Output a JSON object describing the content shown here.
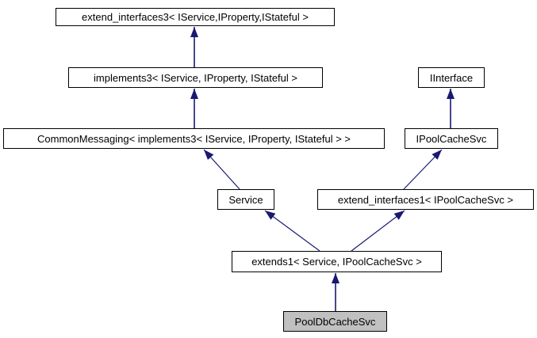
{
  "diagram": {
    "kind": "class-inheritance-graph",
    "nodes": [
      {
        "id": "extend_interfaces3",
        "label": "extend_interfaces3< IService,IProperty,IStateful >",
        "highlighted": false
      },
      {
        "id": "implements3",
        "label": "implements3< IService, IProperty, IStateful >",
        "highlighted": false
      },
      {
        "id": "IInterface",
        "label": "IInterface",
        "highlighted": false
      },
      {
        "id": "CommonMessaging",
        "label": "CommonMessaging< implements3< IService, IProperty, IStateful > >",
        "highlighted": false
      },
      {
        "id": "IPoolCacheSvc",
        "label": "IPoolCacheSvc",
        "highlighted": false
      },
      {
        "id": "Service",
        "label": "Service",
        "highlighted": false
      },
      {
        "id": "extend_interfaces1",
        "label": "extend_interfaces1< IPoolCacheSvc >",
        "highlighted": false
      },
      {
        "id": "extends1",
        "label": "extends1< Service, IPoolCacheSvc >",
        "highlighted": false
      },
      {
        "id": "PoolDbCacheSvc",
        "label": "PoolDbCacheSvc",
        "highlighted": true
      }
    ],
    "edges": [
      {
        "from": "implements3",
        "to": "extend_interfaces3",
        "type": "public-inheritance"
      },
      {
        "from": "CommonMessaging",
        "to": "implements3",
        "type": "public-inheritance"
      },
      {
        "from": "IPoolCacheSvc",
        "to": "IInterface",
        "type": "public-inheritance"
      },
      {
        "from": "Service",
        "to": "CommonMessaging",
        "type": "public-inheritance"
      },
      {
        "from": "extend_interfaces1",
        "to": "IPoolCacheSvc",
        "type": "public-inheritance"
      },
      {
        "from": "extends1",
        "to": "Service",
        "type": "public-inheritance"
      },
      {
        "from": "extends1",
        "to": "extend_interfaces1",
        "type": "public-inheritance"
      },
      {
        "from": "PoolDbCacheSvc",
        "to": "extends1",
        "type": "public-inheritance"
      }
    ],
    "colors": {
      "arrow": "#191970",
      "border": "#000000",
      "node_fill": "#ffffff",
      "highlight_fill": "#c0c0c0",
      "text": "#000000",
      "background": "#ffffff"
    }
  }
}
